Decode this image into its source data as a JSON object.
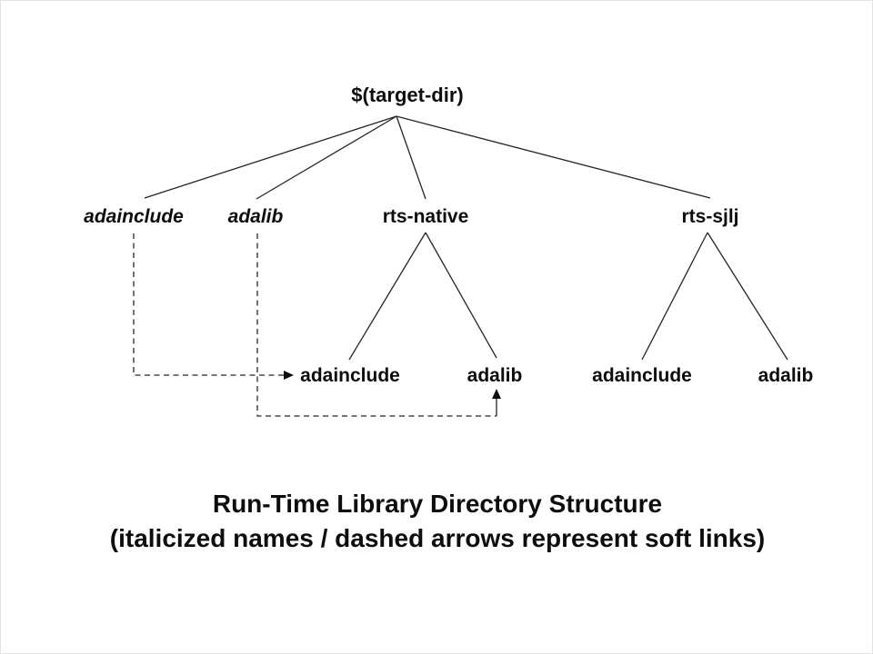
{
  "diagram": {
    "root": {
      "label": "$(target-dir)"
    },
    "level2": [
      {
        "label": "adainclude",
        "soft_link": true
      },
      {
        "label": "adalib",
        "soft_link": true
      },
      {
        "label": "rts-native",
        "soft_link": false
      },
      {
        "label": "rts-sjlj",
        "soft_link": false
      }
    ],
    "level3": [
      {
        "label": "adainclude",
        "parent": "rts-native"
      },
      {
        "label": "adalib",
        "parent": "rts-native"
      },
      {
        "label": "adainclude",
        "parent": "rts-sjlj"
      },
      {
        "label": "adalib",
        "parent": "rts-sjlj"
      }
    ],
    "caption": {
      "line1": "Run-Time Library Directory Structure",
      "line2": "(italicized names / dashed arrows represent soft links)"
    },
    "colors": {
      "background": "#ffffff",
      "text": "#0d0d0d",
      "line": "#262626"
    }
  }
}
